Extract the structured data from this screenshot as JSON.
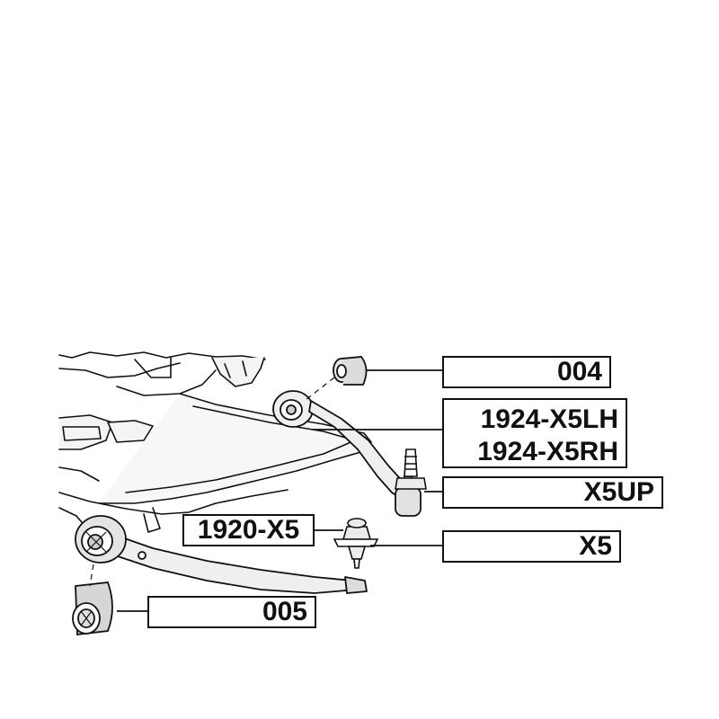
{
  "labels": {
    "part_004": "004",
    "part_1924_x5lh": "1924-X5LH",
    "part_1924_x5rh": "1924-X5RH",
    "part_x5up": "X5UP",
    "part_1920_x5": "1920-X5",
    "part_x5": "X5",
    "part_005": "005"
  },
  "colors": {
    "line": "#111111",
    "shade": "#d9d9d9",
    "background": "#ffffff"
  }
}
